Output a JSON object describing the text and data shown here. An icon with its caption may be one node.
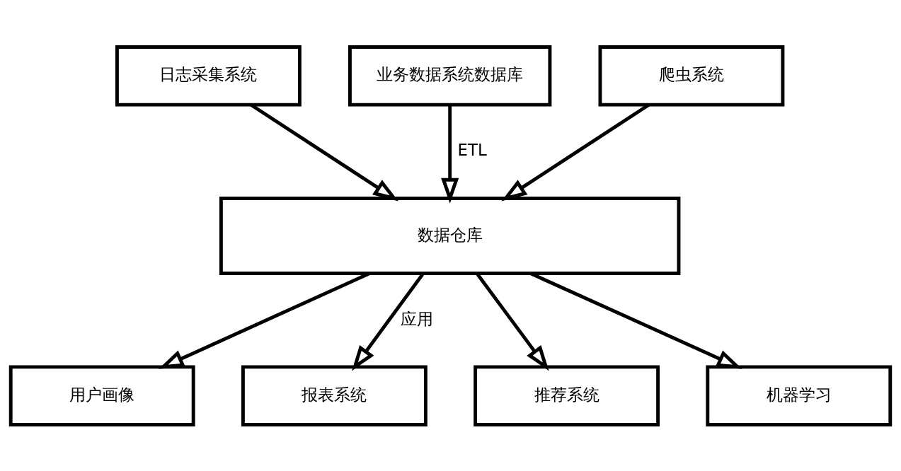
{
  "diagram": {
    "nodes": [
      {
        "text": [
          "日志采集系统"
        ]
      },
      {
        "text": [
          "业务数据系统数据库"
        ]
      },
      {
        "text": [
          "爬虫系统"
        ]
      },
      {
        "text": [
          "数据仓库"
        ]
      },
      {
        "text": [
          "用户画像"
        ]
      },
      {
        "text": [
          "报表系统"
        ]
      },
      {
        "text": [
          "推荐系统"
        ]
      },
      {
        "text": [
          "机器学习"
        ]
      }
    ],
    "edges": [
      {
        "from": 0,
        "to": 3,
        "arrow": "to"
      },
      {
        "from": 1,
        "to": 3,
        "arrow": "to",
        "label": "ETL"
      },
      {
        "from": 2,
        "to": 3,
        "arrow": "to"
      },
      {
        "from": 3,
        "to": 4,
        "arrow": "to"
      },
      {
        "from": 3,
        "to": 5,
        "arrow": "to",
        "label": "应用"
      },
      {
        "from": 3,
        "to": 6,
        "arrow": "to"
      },
      {
        "from": 3,
        "to": 7,
        "arrow": "to"
      }
    ]
  }
}
